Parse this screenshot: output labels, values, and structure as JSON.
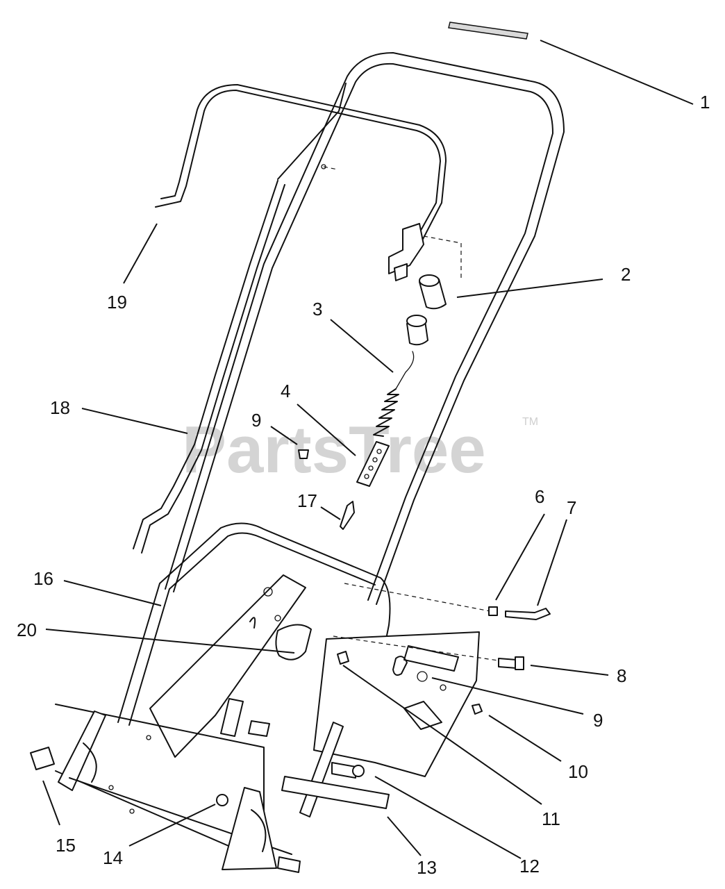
{
  "watermark": {
    "text": "PartsTree",
    "trademark": "TM"
  },
  "callouts": [
    {
      "id": "1",
      "label": "1"
    },
    {
      "id": "2",
      "label": "2"
    },
    {
      "id": "3",
      "label": "3"
    },
    {
      "id": "4",
      "label": "4"
    },
    {
      "id": "6",
      "label": "6"
    },
    {
      "id": "7",
      "label": "7"
    },
    {
      "id": "8",
      "label": "8"
    },
    {
      "id": "9a",
      "label": "9"
    },
    {
      "id": "9b",
      "label": "9"
    },
    {
      "id": "10",
      "label": "10"
    },
    {
      "id": "11",
      "label": "11"
    },
    {
      "id": "12",
      "label": "12"
    },
    {
      "id": "13",
      "label": "13"
    },
    {
      "id": "14",
      "label": "14"
    },
    {
      "id": "15",
      "label": "15"
    },
    {
      "id": "16",
      "label": "16"
    },
    {
      "id": "17",
      "label": "17"
    },
    {
      "id": "18",
      "label": "18"
    },
    {
      "id": "19",
      "label": "19"
    },
    {
      "id": "20",
      "label": "20"
    }
  ]
}
